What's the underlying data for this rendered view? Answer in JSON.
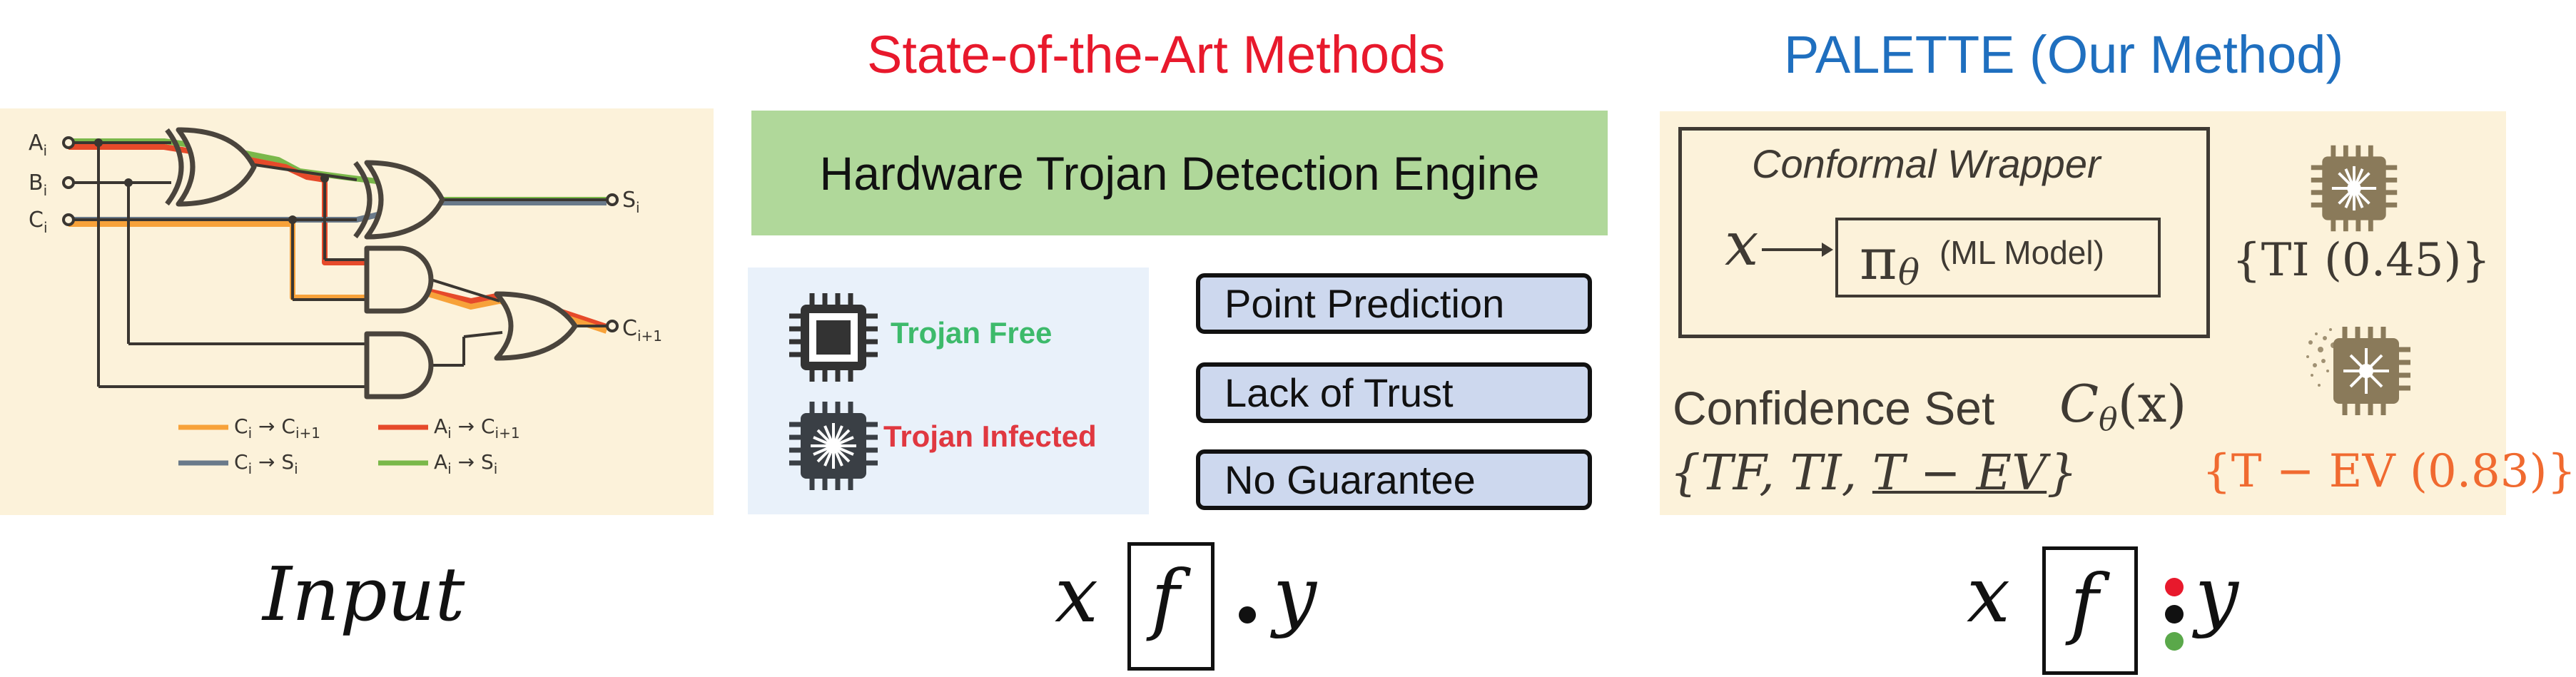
{
  "headings": {
    "sota": "State-of-the-Art Methods",
    "palette": "PALETTE (Our Method)"
  },
  "colors": {
    "sota_heading": "#e8192c",
    "palette_heading": "#1f6fbf",
    "input_panel_bg": "#fcf2da",
    "engine_bg": "#b0d89a",
    "legend_panel_bg": "#e9f1fa",
    "pill_bg": "#cdd8ee",
    "trojan_free": "#3dba6b",
    "trojan_infected": "#e03840",
    "path_orange": "#f7a23a",
    "path_red": "#e64a2a",
    "path_slate": "#6a7a8a",
    "path_green": "#7ab84a",
    "tev_orange": "#f06a30",
    "dot_red": "#e8192c",
    "dot_black": "#111111",
    "dot_green": "#5aa84a"
  },
  "circuit": {
    "inputs": {
      "a": {
        "base": "A",
        "sub": "i"
      },
      "b": {
        "base": "B",
        "sub": "i"
      },
      "c": {
        "base": "C",
        "sub": "i"
      }
    },
    "outputs": {
      "s": {
        "base": "S",
        "sub": "i"
      },
      "cout": {
        "base": "C",
        "sub": "i+1"
      }
    },
    "legend": [
      {
        "from_base": "C",
        "from_sub": "i",
        "to_base": "C",
        "to_sub": "i+1",
        "color": "#f7a23a"
      },
      {
        "from_base": "A",
        "from_sub": "i",
        "to_base": "C",
        "to_sub": "i+1",
        "color": "#e64a2a"
      },
      {
        "from_base": "C",
        "from_sub": "i",
        "to_base": "S",
        "to_sub": "i",
        "color": "#6a7a8a"
      },
      {
        "from_base": "A",
        "from_sub": "i",
        "to_base": "S",
        "to_sub": "i",
        "color": "#7ab84a"
      }
    ],
    "arrow": "→"
  },
  "sota": {
    "engine_label": "Hardware Trojan Detection Engine",
    "trojan_free": "Trojan Free",
    "trojan_infected": "Trojan Infected",
    "pills": [
      "Point Prediction",
      "Lack of Trust",
      "No Guarantee"
    ]
  },
  "palette": {
    "wrapper_title": "Conformal Wrapper",
    "x": "x",
    "pi": "π",
    "theta": "θ",
    "ml_model": "(ML Model)",
    "ti_label": "{TI (0.45)}",
    "confidence_set": "Confidence Set",
    "c_symbol": "C",
    "c_arg": "(x)",
    "set_open": "{TF, TI, ",
    "set_underlined": "T − EV",
    "set_close": "}",
    "tev_label": "{T − EV (0.83)}"
  },
  "bottom": {
    "input": "Input",
    "x": "x",
    "f": "f",
    "y": "y"
  }
}
